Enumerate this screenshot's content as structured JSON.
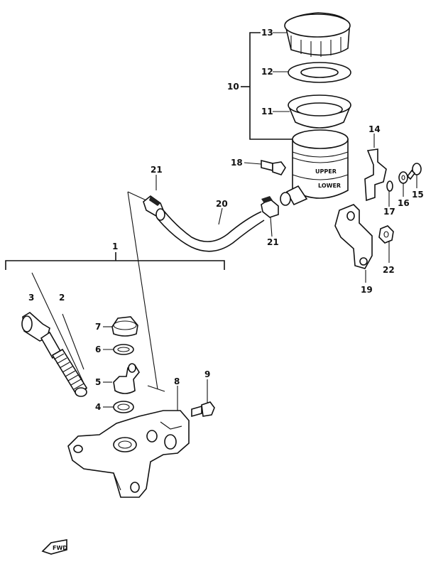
{
  "parts": [
    {
      "id": "1",
      "label": "1"
    },
    {
      "id": "2",
      "label": "2"
    },
    {
      "id": "3",
      "label": "3"
    },
    {
      "id": "4",
      "label": "4"
    },
    {
      "id": "5",
      "label": "5"
    },
    {
      "id": "6",
      "label": "6"
    },
    {
      "id": "7",
      "label": "7"
    },
    {
      "id": "8",
      "label": "8"
    },
    {
      "id": "9",
      "label": "9"
    },
    {
      "id": "10",
      "label": "10"
    },
    {
      "id": "11",
      "label": "11"
    },
    {
      "id": "12",
      "label": "12"
    },
    {
      "id": "13",
      "label": "13"
    },
    {
      "id": "14",
      "label": "14"
    },
    {
      "id": "15",
      "label": "15"
    },
    {
      "id": "16",
      "label": "16"
    },
    {
      "id": "17",
      "label": "17"
    },
    {
      "id": "18",
      "label": "18"
    },
    {
      "id": "19",
      "label": "19"
    },
    {
      "id": "20",
      "label": "20"
    },
    {
      "id": "21a",
      "label": "21"
    },
    {
      "id": "21b",
      "label": "21"
    },
    {
      "id": "22",
      "label": "22"
    }
  ],
  "reservoir_marks": {
    "upper": "UPPER",
    "lower": "LOWER"
  },
  "front_arrow": "FWD"
}
